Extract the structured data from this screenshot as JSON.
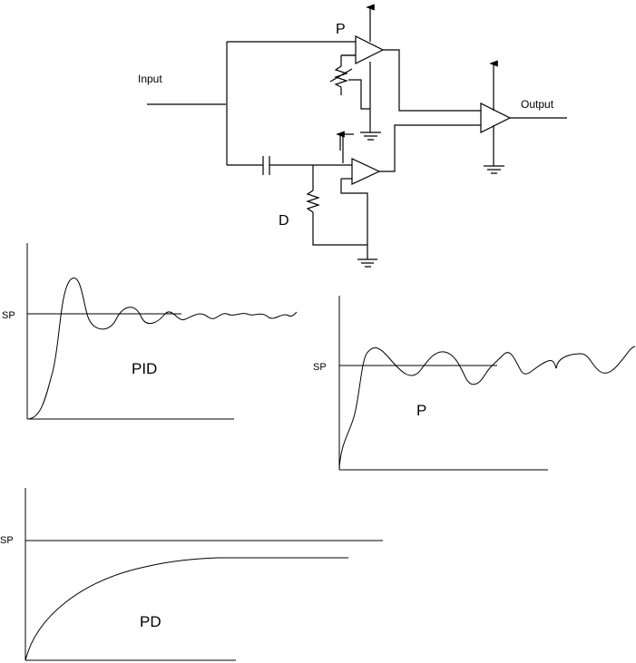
{
  "circuit": {
    "input_label": "Input",
    "output_label": "Output",
    "p_label": "P",
    "d_label": "D"
  },
  "graphs": {
    "pid": {
      "name": "PID",
      "sp": "SP"
    },
    "p": {
      "name": "P",
      "sp": "SP"
    },
    "pd": {
      "name": "PD",
      "sp": "SP"
    }
  }
}
